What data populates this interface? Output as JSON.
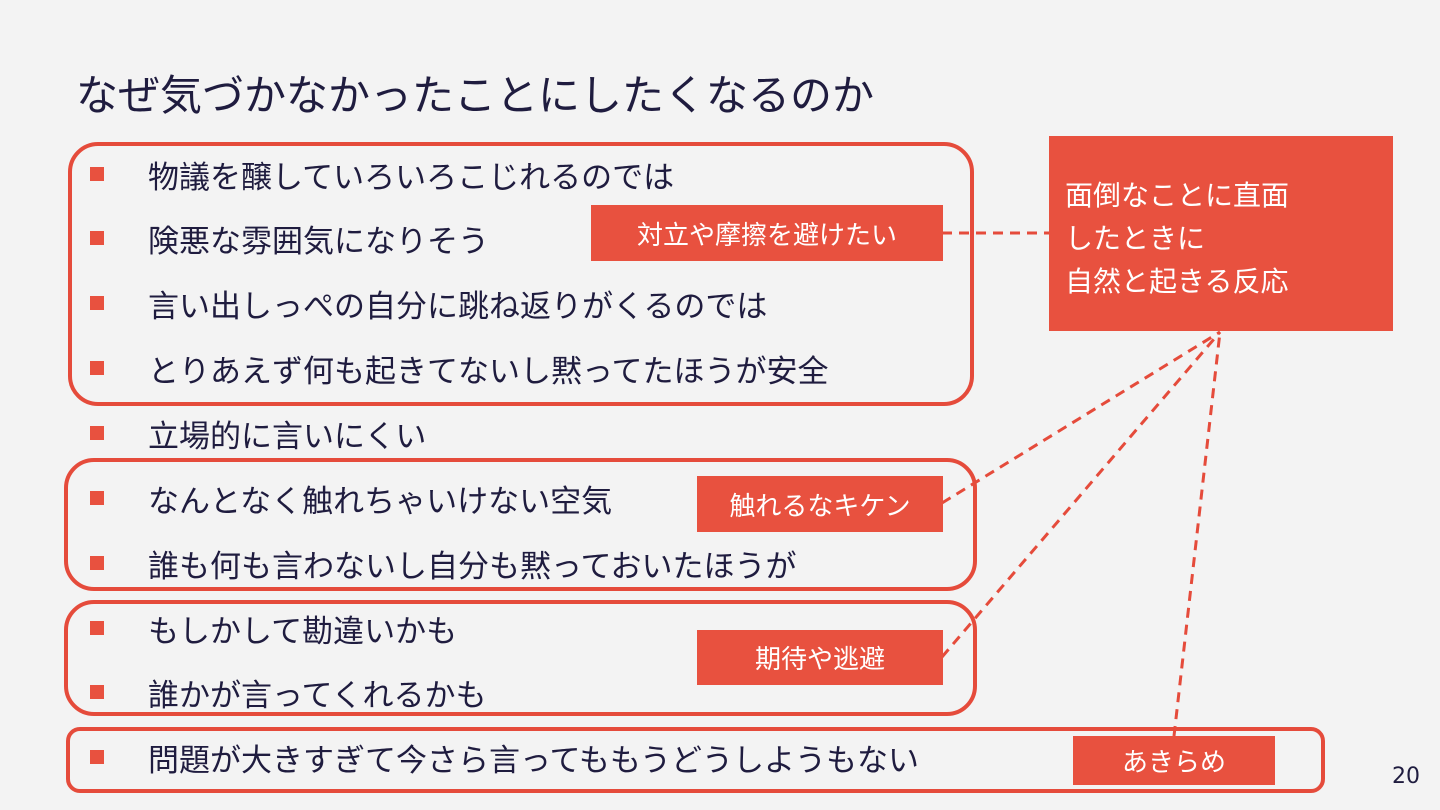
{
  "title": "なぜ気づかなかったことにしたくなるのか",
  "items": [
    "物議を醸していろいろこじれるのでは",
    "険悪な雰囲気になりそう",
    "言い出しっぺの自分に跳ね返りがくるのでは",
    "とりあえず何も起きてないし黙ってたほうが安全",
    "立場的に言いにくい",
    "なんとなく触れちゃいけない空気",
    "誰も何も言わないし自分も黙っておいたほうが",
    "もしかして勘違いかも",
    "誰かが言ってくれるかも",
    "問題が大きすぎて今さら言ってももうどうしようもない"
  ],
  "tags": [
    "対立や摩擦を避けたい",
    "触れるなキケン",
    "期待や逃避",
    "あきらめ"
  ],
  "reaction": {
    "lines": [
      "面倒なことに直面",
      "したときに",
      "自然と起きる反応"
    ]
  },
  "page_number": "20",
  "colors": {
    "accent": "#e8513f",
    "text": "#1f1c3f",
    "background": "#f3f3f3"
  }
}
